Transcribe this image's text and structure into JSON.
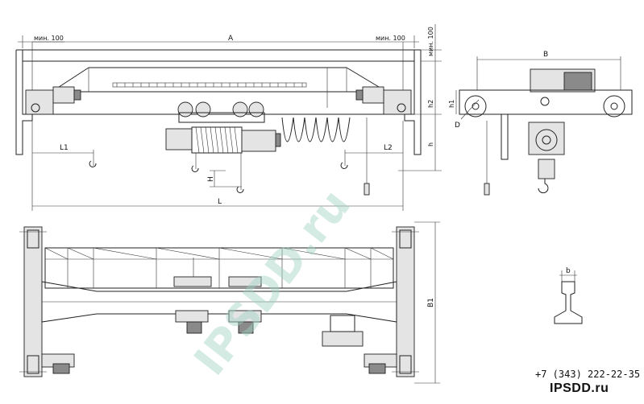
{
  "labels": {
    "dim_min_left": "мин. 100",
    "dim_min_right": "мин. 100",
    "dim_min_vertical": "мин. 100",
    "dim_A": "A",
    "dim_B": "B",
    "dim_B1": "B1",
    "dim_L": "L",
    "dim_L1": "L1",
    "dim_L2": "L2",
    "dim_H": "H",
    "dim_h": "h",
    "dim_h1": "h1",
    "dim_h2": "h2",
    "dim_D": "D",
    "dim_b": "b"
  },
  "contact": {
    "phone": "+7 (343) 222-22-35",
    "site": "IPSDD.ru"
  },
  "watermark": "IPSDD.ru",
  "colors": {
    "line": "#222222",
    "watermark": "#9fd4c3",
    "fill": "#e4e4e4"
  }
}
